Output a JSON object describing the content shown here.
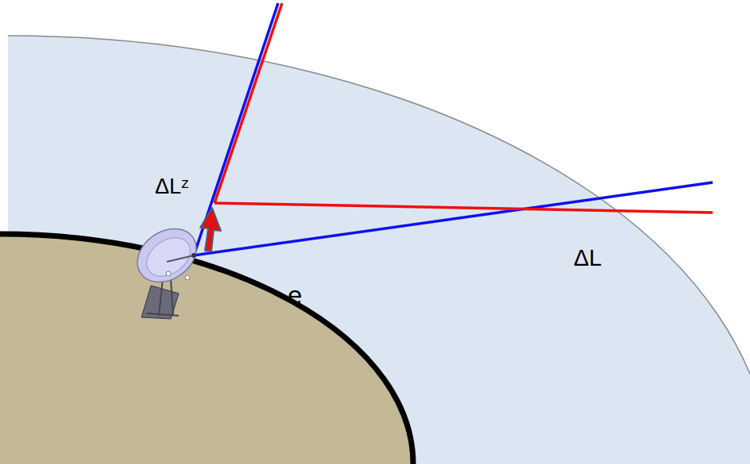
{
  "diagram": {
    "labels": [
      "ΔLᶻ",
      "ΔL",
      "e"
    ]
  }
}
